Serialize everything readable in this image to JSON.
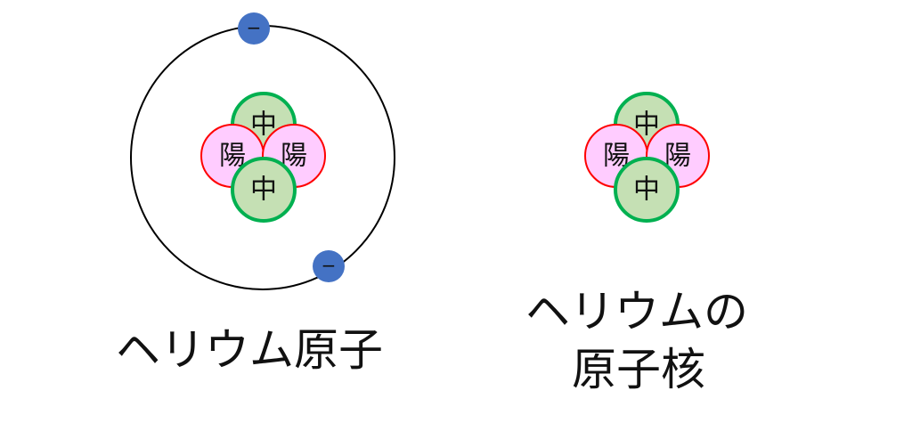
{
  "atom": {
    "electron_label": "−",
    "proton_label": "陽",
    "neutron_label": "中",
    "title": "ヘリウム原子"
  },
  "nucleus": {
    "proton_label": "陽",
    "neutron_label": "中",
    "title_line1": "ヘリウムの",
    "title_line2": "原子核"
  },
  "colors": {
    "electron": "#4472c4",
    "proton_fill": "#ffccff",
    "proton_stroke": "#ff0000",
    "neutron_fill": "#c5e0b4",
    "neutron_stroke": "#00b050",
    "orbit": "#000000"
  }
}
